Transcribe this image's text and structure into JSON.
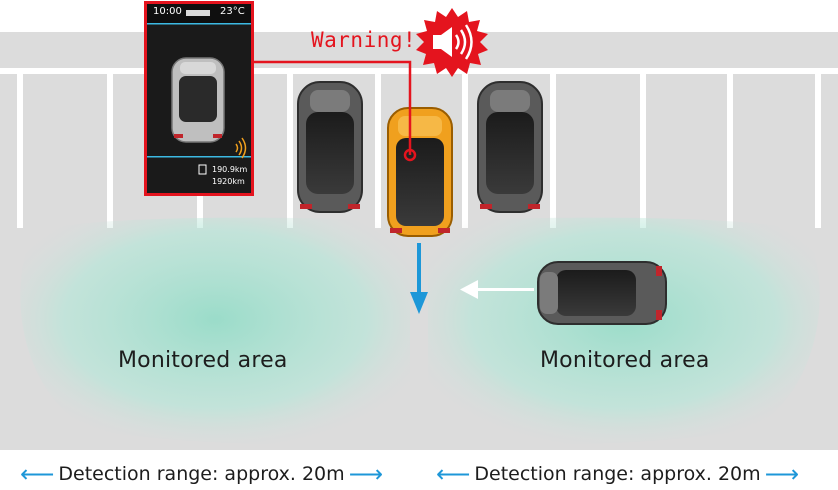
{
  "warning_text": "Warning!",
  "monitored_area_left": "Monitored area",
  "monitored_area_right": "Monitored area",
  "detection_range_left": "Detection range: approx. 20m",
  "detection_range_right": "Detection range: approx. 20m",
  "display": {
    "time": "10:00",
    "temperature": "23°C",
    "distance_1": "190.9km",
    "distance_2": "1920km"
  },
  "colors": {
    "asphalt": "#dcdcdc",
    "zone": "#9fe0cf",
    "warning_red": "#e4141e",
    "arrow_blue": "#1e97d8",
    "reversing_car": "#f0a01e",
    "parked_car": "#4a4a4a"
  },
  "icons": [
    "speaker-warning-icon",
    "left-arrow-icon",
    "right-arrow-icon",
    "down-arrow-icon",
    "approach-arrow-icon",
    "sensor-waves-icon"
  ]
}
